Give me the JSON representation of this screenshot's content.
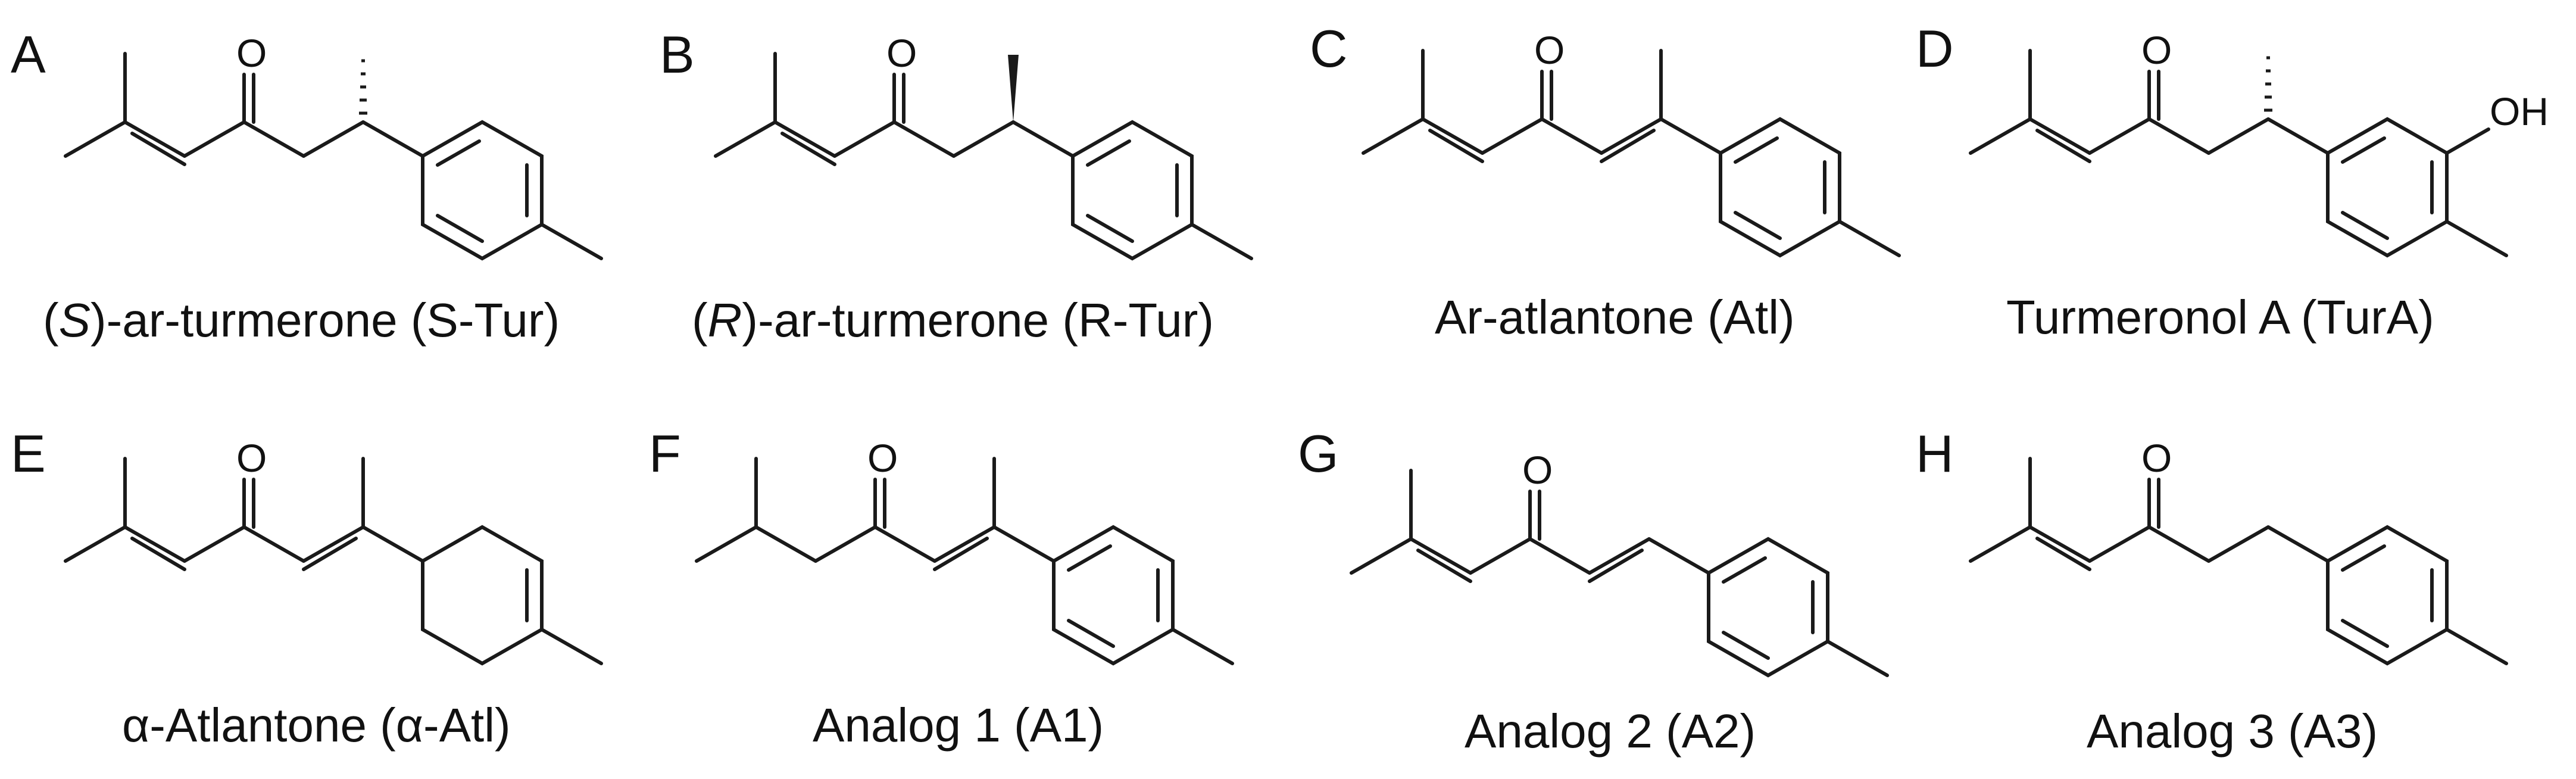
{
  "panels": [
    {
      "letter": "A",
      "caption_parts": [
        "(",
        "S",
        ")-ar-turmerone (S-Tur)"
      ]
    },
    {
      "letter": "B",
      "caption_parts": [
        "(",
        "R",
        ")-ar-turmerone (R-Tur)"
      ]
    },
    {
      "letter": "C",
      "caption_parts": [
        "Ar-atlantone (Atl)"
      ]
    },
    {
      "letter": "D",
      "caption_parts": [
        "Turmeronol A (TurA)"
      ]
    },
    {
      "letter": "E",
      "caption_parts": [
        "α-Atlantone (α-Atl)"
      ]
    },
    {
      "letter": "F",
      "caption_parts": [
        "Analog 1 (A1)"
      ]
    },
    {
      "letter": "G",
      "caption_parts": [
        "Analog 2 (A2)"
      ]
    },
    {
      "letter": "H",
      "caption_parts": [
        "Analog 3 (A3)"
      ]
    }
  ],
  "atom_labels": {
    "oxygen": "O",
    "hydroxyl": "OH"
  },
  "colors": {
    "ink": "#1a1a1a",
    "background": "#ffffff"
  }
}
